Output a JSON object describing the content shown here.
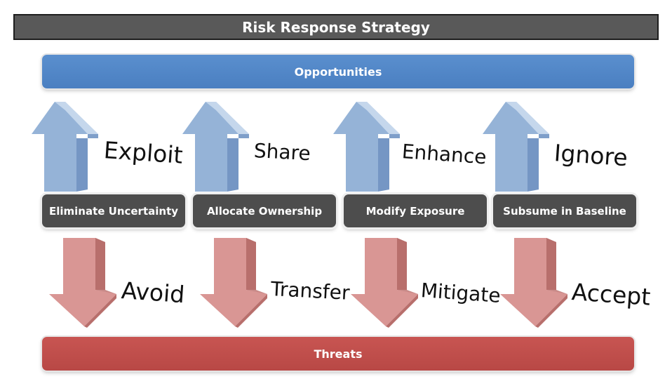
{
  "title": "Risk Response Strategy",
  "opportunities_label": "Opportunities",
  "threats_label": "Threats",
  "strategies": [
    {
      "opportunity_response": "Exploit",
      "action": "Eliminate Uncertainty",
      "threat_response": "Avoid"
    },
    {
      "opportunity_response": "Share",
      "action": "Allocate Ownership",
      "threat_response": "Transfer"
    },
    {
      "opportunity_response": "Enhance",
      "action": "Modify Exposure",
      "threat_response": "Mitigate"
    },
    {
      "opportunity_response": "Ignore",
      "action": "Subsume in Baseline",
      "threat_response": "Accept"
    }
  ],
  "colors": {
    "title_bg": "#595959",
    "opportunities": "#4f81bd",
    "threats": "#c0504d",
    "up_arrow": "#95b3d7",
    "down_arrow": "#d99694",
    "action_box": "#4d4d4d"
  },
  "icons": {
    "up_arrow": "arrow-up-3d-icon",
    "down_arrow": "arrow-down-3d-icon"
  }
}
